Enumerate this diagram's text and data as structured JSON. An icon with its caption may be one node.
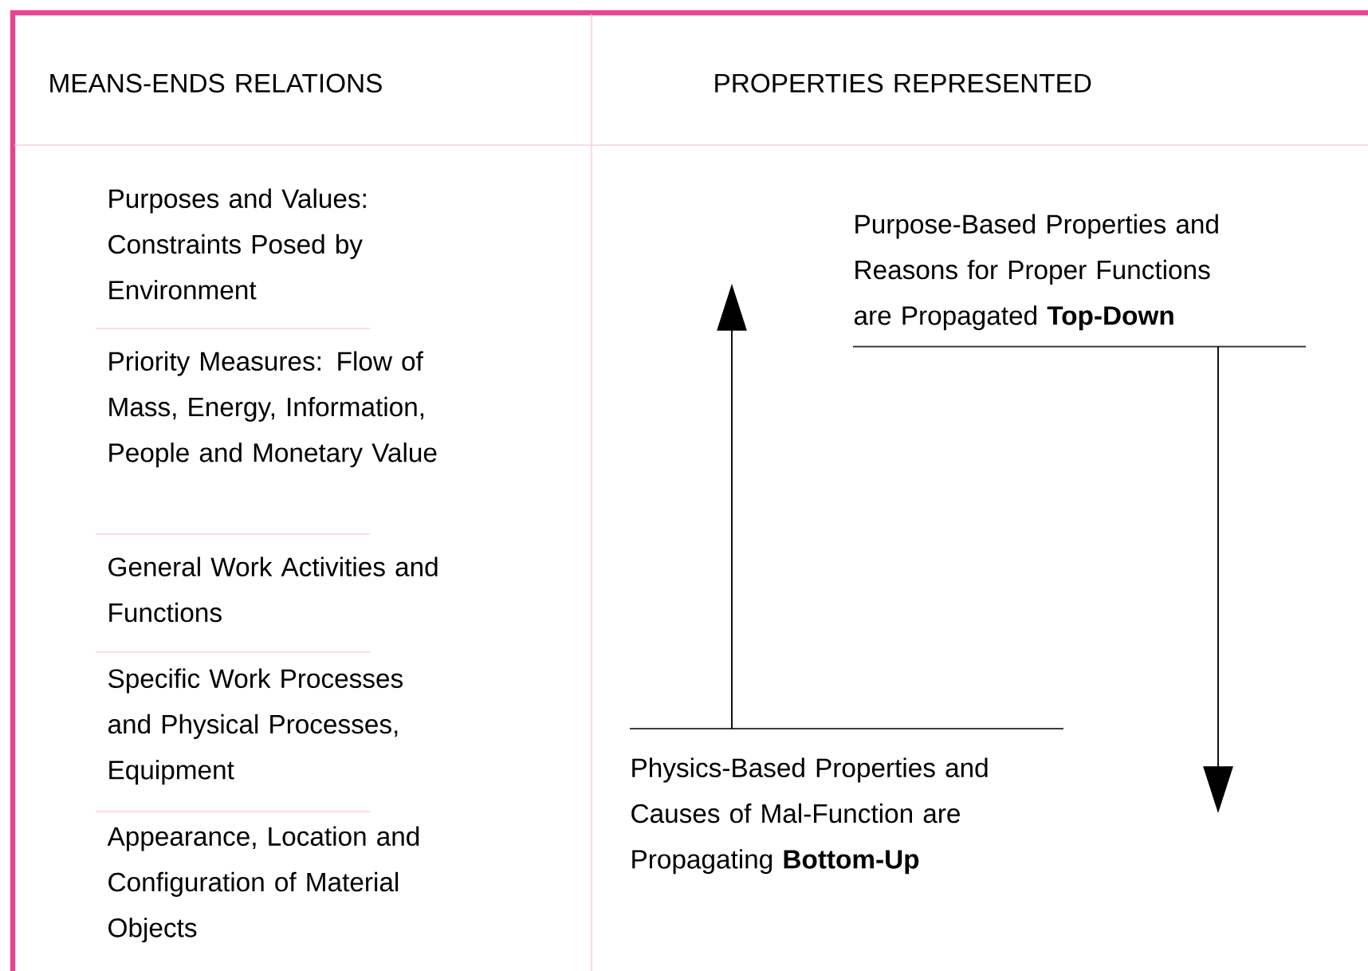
{
  "diagram": {
    "nodes": [
      {
        "text": [
          "Purpose-Based Properties and Reasons for Proper Functions are Propagated **Top-Down**"
        ]
      },
      {
        "text": [
          "Physics-Based Properties and Causes of Mal-Function are Propagating **Bottom-Up**"
        ]
      }
    ],
    "edges": [
      {
        "from": 1,
        "to": null,
        "arrow": "to"
      },
      {
        "from": 0,
        "to": null,
        "arrow": "to"
      }
    ],
    "labels": [
      "MEANS-ENDS RELATIONS",
      "PROPERTIES REPRESENTED",
      "Purposes and Values: Constraints Posed by Environment",
      "Priority Measures: Flow of Mass, Energy, Information, People and Monetary Value",
      "General Work Activities and Functions",
      "Specific Work Processes and Physical Processes, Equipment",
      "Appearance, Location and Configuration of Material Objects"
    ]
  }
}
